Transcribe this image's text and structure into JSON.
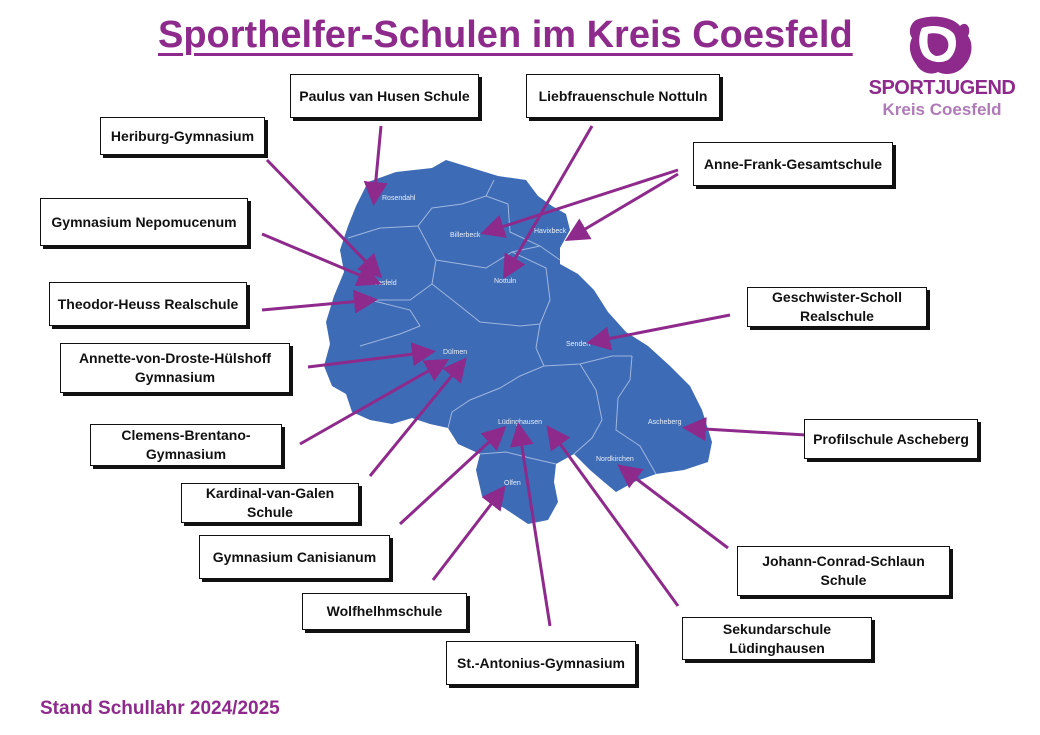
{
  "title": "Sporthelfer-Schulen im Kreis Coesfeld",
  "logo": {
    "line1": "SPORTJUGEND",
    "line2": "Kreis Coesfeld",
    "icon": "district-silhouette-icon"
  },
  "footer": "Stand Schullahr 2024/2025",
  "colors": {
    "map_fill": "#3d6bb5",
    "accent": "#8e2a8c",
    "arrow": "#8e2a8c"
  },
  "towns": [
    "Rosendahl",
    "Billerbeck",
    "Havixbeck",
    "Coesfeld",
    "Nottuln",
    "Senden",
    "Dülmen",
    "Lüdinghausen",
    "Ascheberg",
    "Nordkirchen",
    "Olfen"
  ],
  "schools": [
    "Paulus van Husen Schule",
    "Liebfrauenschule Nottuln",
    "Heriburg-Gymnasium",
    "Anne-Frank-Gesamtschule",
    "Gymnasium Nepomucenum",
    "Theodor-Heuss Realschule",
    "Geschwister-Scholl\nRealschule",
    "Annette-von-Droste-Hülshoff\nGymnasium",
    "Clemens-Brentano-\nGymnasium",
    "Profilschule Ascheberg",
    "Kardinal-van-Galen\nSchule",
    "Gymnasium Canisianum",
    "Johann-Conrad-Schlaun\nSchule",
    "Wolfhelhmschule",
    "Sekundarschule\nLüdinghausen",
    "St.-Antonius-Gymnasium"
  ]
}
